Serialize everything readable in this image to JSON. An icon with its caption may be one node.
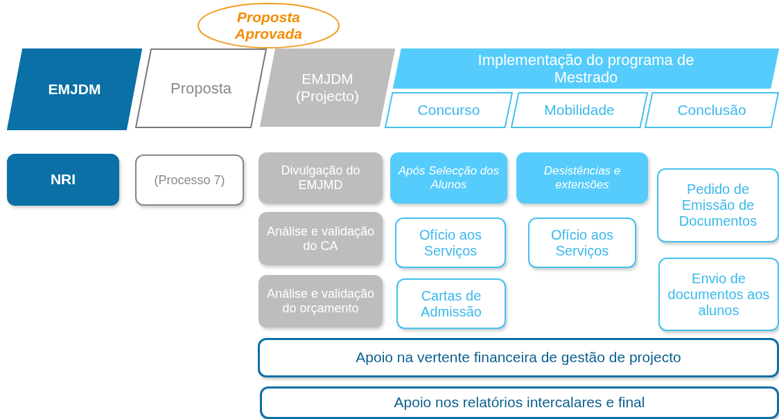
{
  "diagram": {
    "nodes": [
      {
        "text": [
          "EMJDM"
        ]
      },
      {
        "text": [
          "Proposta"
        ]
      },
      {
        "text": [
          "Proposta Aprovada"
        ]
      },
      {
        "text": [
          "EMJDM (Projecto)"
        ]
      },
      {
        "text": [
          "Implementação do programa de Mestrado"
        ]
      },
      {
        "text": [
          "Concurso"
        ]
      },
      {
        "text": [
          "Mobilidade"
        ]
      },
      {
        "text": [
          "Conclusão"
        ]
      },
      {
        "text": [
          "NRI"
        ]
      },
      {
        "text": [
          "(Processo 7)"
        ]
      },
      {
        "text": [
          "Divulgação do EMJMD"
        ]
      },
      {
        "text": [
          "Após Selecção dos Alunos"
        ]
      },
      {
        "text": [
          "Desistências e extensões"
        ]
      },
      {
        "text": [
          "Pedido de Emissão de Documentos"
        ]
      },
      {
        "text": [
          "Análise e validação do CA"
        ]
      },
      {
        "text": [
          "Ofício aos Serviços"
        ]
      },
      {
        "text": [
          "Ofício aos Serviços"
        ]
      },
      {
        "text": [
          "Análise e validação do orçamento"
        ]
      },
      {
        "text": [
          "Cartas de Admissão"
        ]
      },
      {
        "text": [
          "Envio de documentos aos alunos"
        ]
      },
      {
        "text": [
          "Apoio na vertente financeira de gestão de projecto"
        ]
      },
      {
        "text": [
          "Apoio nos relatórios intercalares e final"
        ]
      }
    ]
  }
}
